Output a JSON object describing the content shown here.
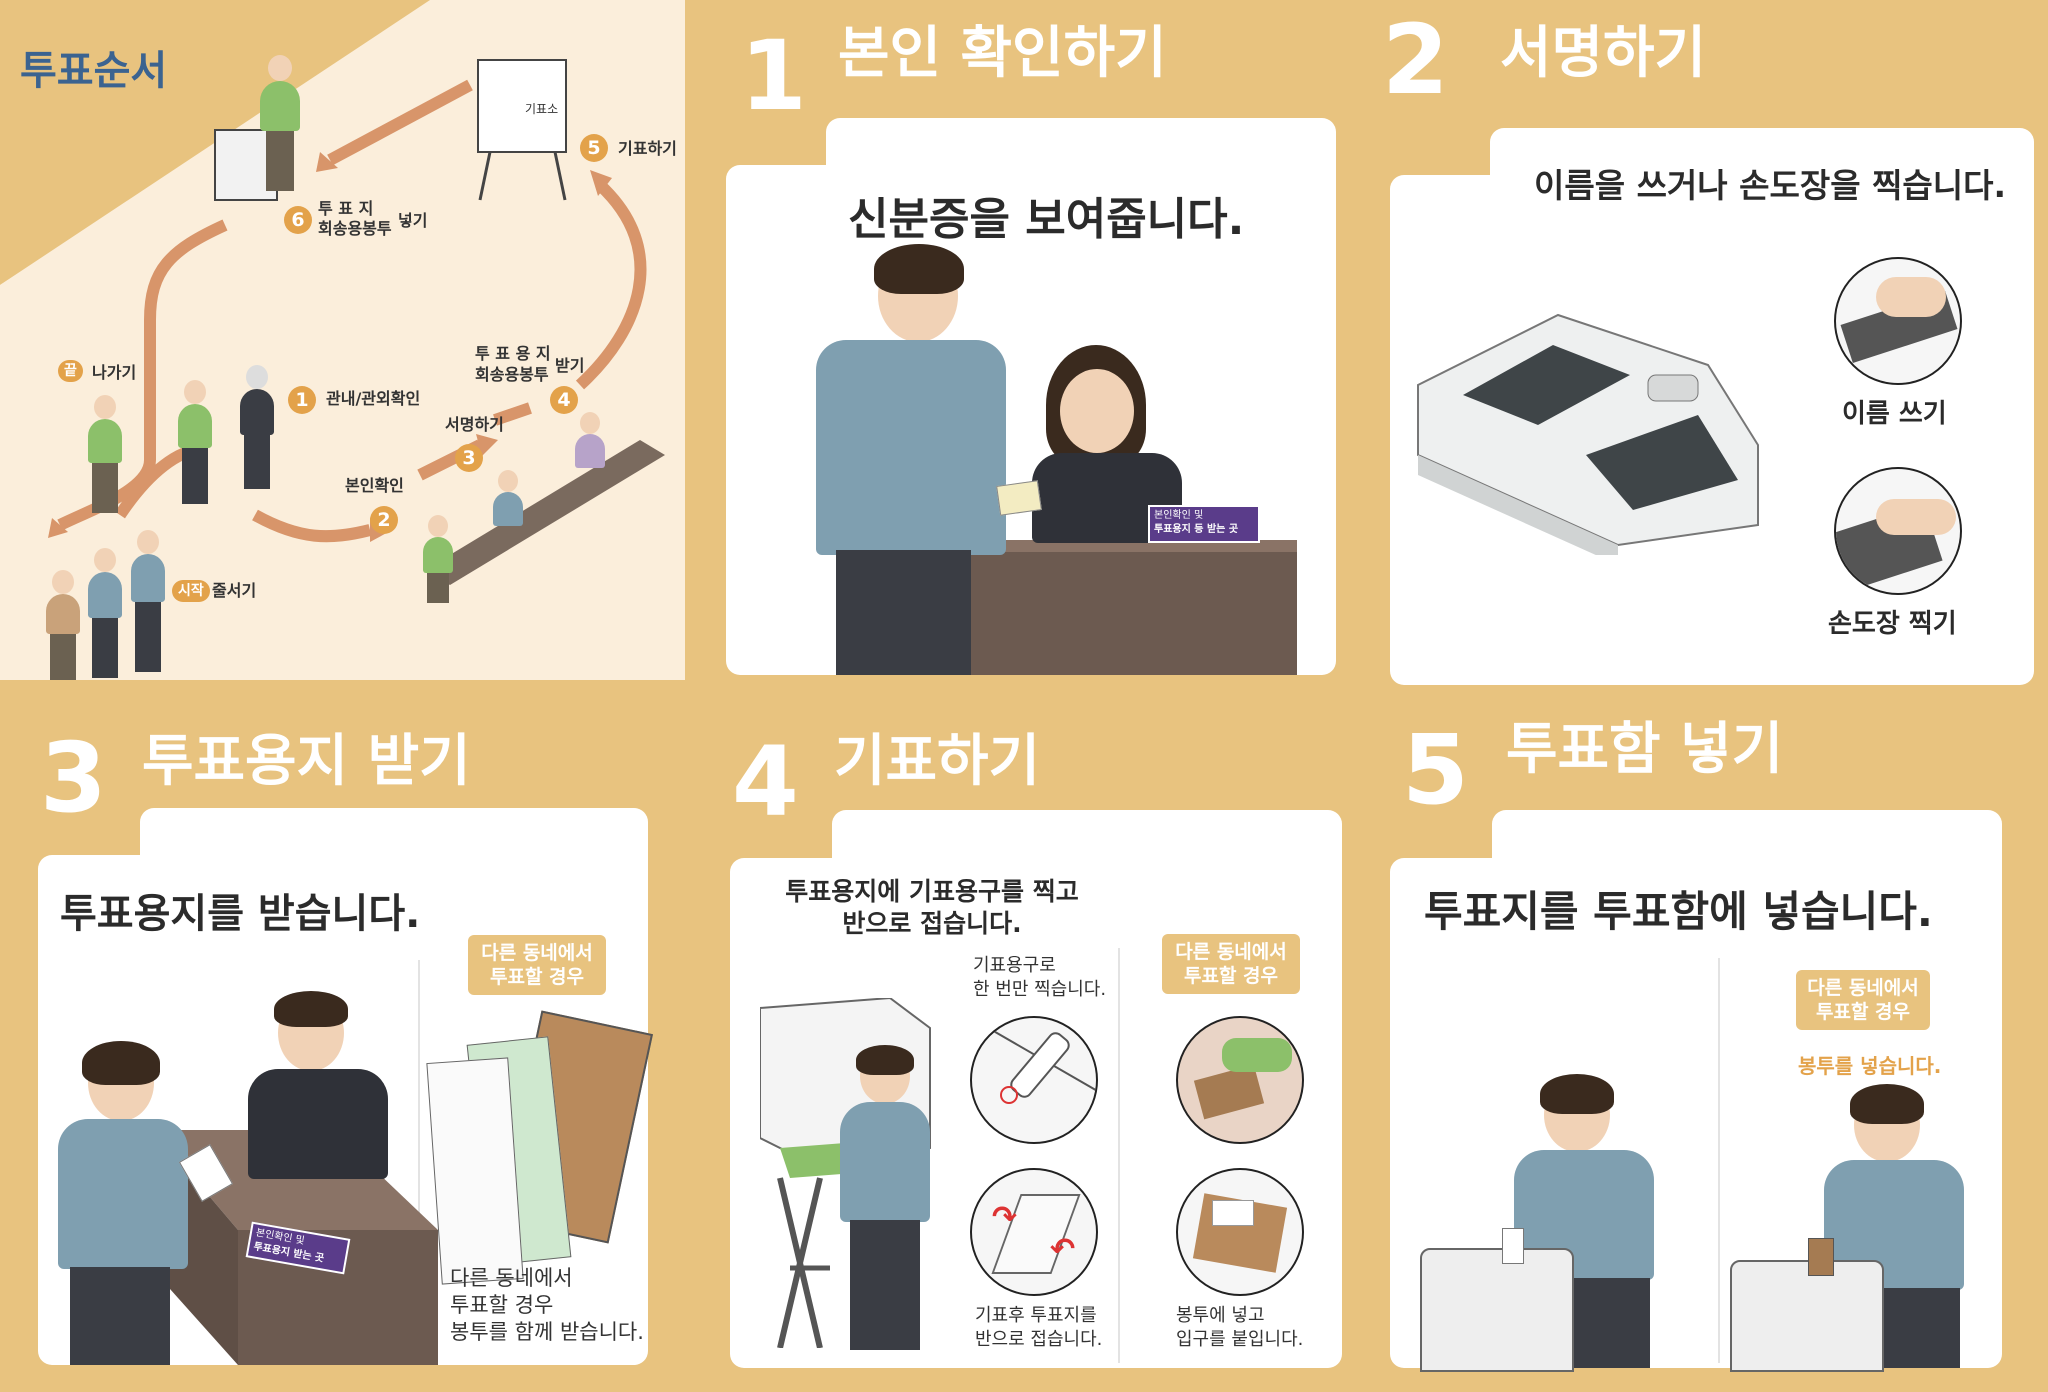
{
  "flow": {
    "title": "투표순서",
    "labels": {
      "step1": "관내/관외확인",
      "step2": "본인확인",
      "step3": "서명하기",
      "step4_line1": "투 표 용 지",
      "step4_line2": "회송용봉투",
      "step4_suffix": "받기",
      "step5": "기표하기",
      "step6_line1": "투 표 지",
      "step6_line2": "회송용봉투",
      "step6_suffix": "넣기",
      "start_badge": "시작",
      "start_label": "줄서기",
      "end_badge": "끝",
      "end_label": "나가기",
      "booth": "기표소"
    },
    "numbers": [
      "1",
      "2",
      "3",
      "4",
      "5",
      "6"
    ]
  },
  "step1": {
    "number": "1",
    "title": "본인 확인하기",
    "main": "신분증을 보여줍니다.",
    "desk_sign_line1": "본인확인 및",
    "desk_sign_line2": "투표용지 등 받는 곳"
  },
  "step2": {
    "number": "2",
    "title": "서명하기",
    "main": "이름을 쓰거나 손도장을 찍습니다.",
    "option1": "이름 쓰기",
    "option2": "손도장 찍기"
  },
  "step3": {
    "number": "3",
    "title": "투표용지 받기",
    "main": "투표용지를 받습니다.",
    "pill_line1": "다른 동네에서",
    "pill_line2": "투표할 경우",
    "caption_line1": "다른 동네에서",
    "caption_line2": "투표할 경우",
    "caption_line3": "봉투를 함께 받습니다.",
    "desk_sign_line1": "본인확인 및",
    "desk_sign_line2": "투표용지 받는 곳"
  },
  "step4": {
    "number": "4",
    "title": "기표하기",
    "main_line1": "투표용지에 기표용구를 찍고",
    "main_line2": "반으로 접습니다.",
    "cap_top_line1": "기표용구로",
    "cap_top_line2": "한 번만 찍습니다.",
    "cap_bottom_line1": "기표후 투표지를",
    "cap_bottom_line2": "반으로 접습니다.",
    "pill_line1": "다른 동네에서",
    "pill_line2": "투표할 경우",
    "right_cap_line1": "봉투에 넣고",
    "right_cap_line2": "입구를 붙입니다."
  },
  "step5": {
    "number": "5",
    "title": "투표함 넣기",
    "main": "투표지를 투표함에 넣습니다.",
    "pill_line1": "다른 동네에서",
    "pill_line2": "투표할 경우",
    "orange_note": "봉투를 넣습니다."
  },
  "colors": {
    "background": "#e8c37f",
    "accent": "#e3a24a",
    "card": "#ffffff",
    "shirt": "#7f9fb0",
    "green_shirt": "#8cc06a"
  }
}
